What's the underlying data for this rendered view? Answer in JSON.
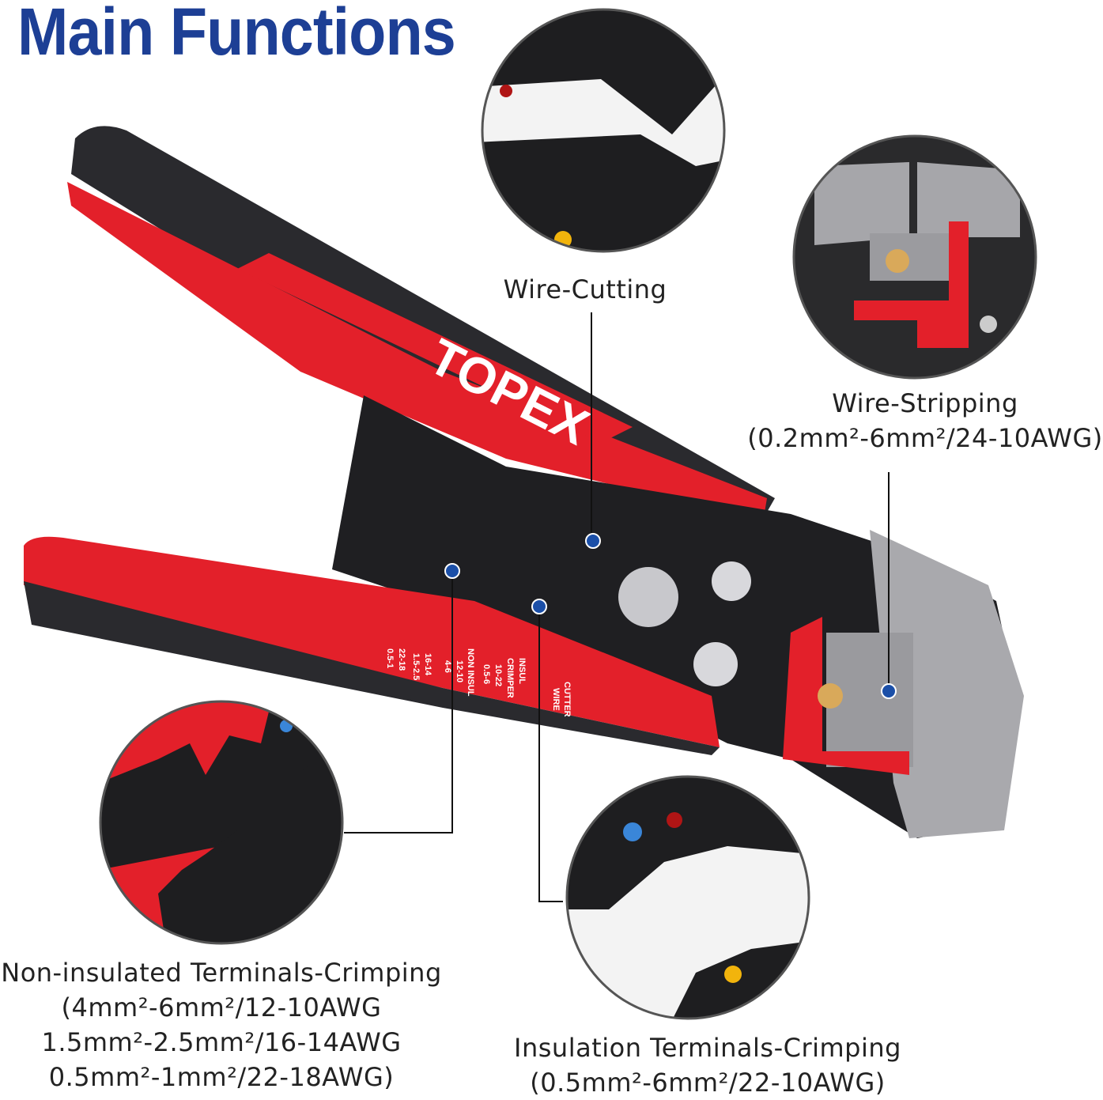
{
  "title": "Main Functions",
  "brand": "TOPEX",
  "colors": {
    "title": "#1d3f95",
    "handle_red": "#e3202a",
    "handle_black": "#2a2a2e",
    "dot_blue": "#1b4fa8",
    "dot_red": "#b01515",
    "dot_yellow": "#f2b40c"
  },
  "callouts": {
    "wire_cutting": {
      "label": "Wire-Cutting"
    },
    "wire_stripping": {
      "label": "Wire-Stripping",
      "spec": "(0.2mm²-6mm²/24-10AWG)"
    },
    "non_insulated": {
      "label": "Non-insulated Terminals-Crimping",
      "specs": [
        "(4mm²-6mm²/12-10AWG",
        "1.5mm²-2.5mm²/16-14AWG",
        "0.5mm²-1mm²/22-18AWG)"
      ]
    },
    "insulated": {
      "label": "Insulation Terminals-Crimping",
      "spec": "(0.5mm²-6mm²/22-10AWG)"
    }
  },
  "handle_markings": {
    "non_insul": [
      "0.5-1",
      "22-18",
      "1.5-2.5",
      "16-14",
      "4-6",
      "12-10",
      "NON INSUL"
    ],
    "insul": [
      "0.5-6",
      "10-22",
      "CRIMPER",
      "INSUL"
    ],
    "cutter": [
      "WIRE",
      "CUTTER"
    ]
  }
}
